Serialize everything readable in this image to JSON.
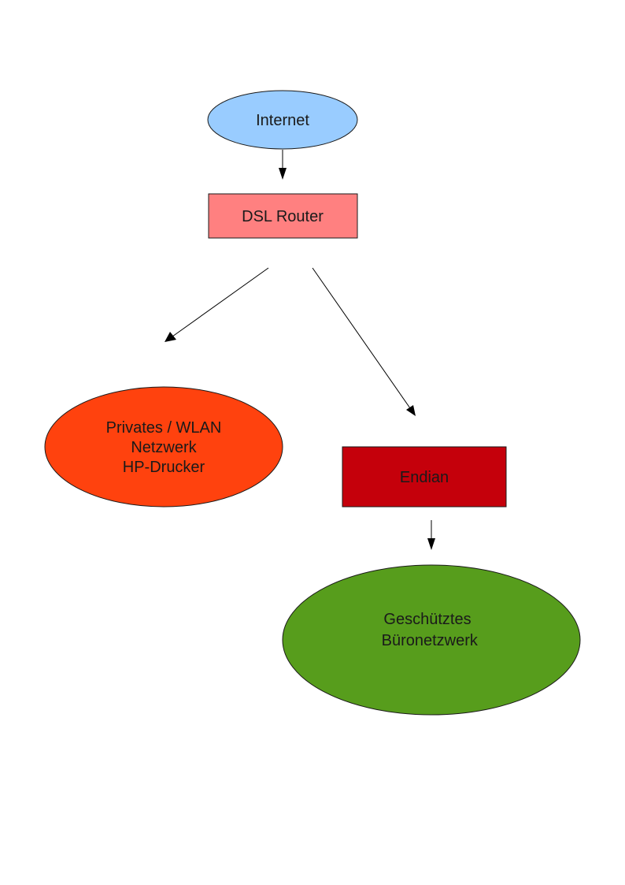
{
  "diagram": {
    "nodes": [
      {
        "id": "internet",
        "shape": "ellipse",
        "color": "#99ccff",
        "lines": [
          "Internet"
        ]
      },
      {
        "id": "dsl-router",
        "shape": "rect",
        "color": "#ff8080",
        "lines": [
          "DSL Router"
        ]
      },
      {
        "id": "private-wlan",
        "shape": "ellipse",
        "color": "#ff420e",
        "lines": [
          "Privates / WLAN",
          "Netzwerk",
          "HP-Drucker"
        ]
      },
      {
        "id": "endian",
        "shape": "rect",
        "color": "#c5000b",
        "lines": [
          "Endian"
        ]
      },
      {
        "id": "protected-office",
        "shape": "ellipse",
        "color": "#579d1c",
        "lines": [
          "Geschütztes",
          " Büronetzwerk"
        ]
      }
    ],
    "edges": [
      {
        "from": "internet",
        "to": "dsl-router"
      },
      {
        "from": "dsl-router",
        "to": "private-wlan"
      },
      {
        "from": "dsl-router",
        "to": "endian"
      },
      {
        "from": "endian",
        "to": "protected-office"
      }
    ]
  }
}
